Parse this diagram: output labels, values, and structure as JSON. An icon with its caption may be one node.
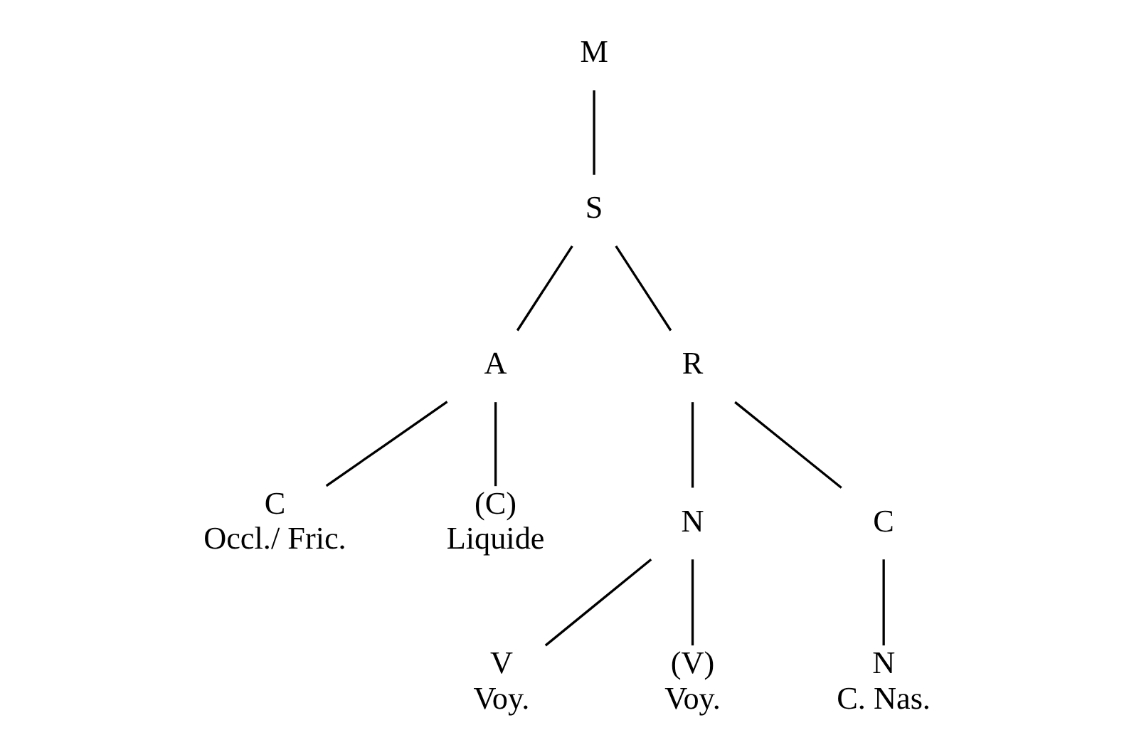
{
  "diagram": {
    "nodes": [
      {
        "text": [
          "M"
        ]
      },
      {
        "text": [
          "S"
        ]
      },
      {
        "text": [
          "A"
        ]
      },
      {
        "text": [
          "R"
        ]
      },
      {
        "text": [
          "C"
        ],
        "beside": [
          "Occl./ Fric."
        ]
      },
      {
        "text": [
          "(C)"
        ],
        "beside": [
          "Liquide"
        ]
      },
      {
        "text": [
          "N"
        ]
      },
      {
        "text": [
          "C"
        ]
      },
      {
        "text": [
          "V"
        ],
        "beside": [
          "Voy."
        ]
      },
      {
        "text": [
          "(V)"
        ],
        "beside": [
          "Voy."
        ]
      },
      {
        "text": [
          "N"
        ],
        "beside": [
          "C. Nas."
        ]
      }
    ],
    "edges": [
      {
        "from": 0,
        "to": 1,
        "arrow": "none"
      },
      {
        "from": 1,
        "to": 2,
        "arrow": "none"
      },
      {
        "from": 1,
        "to": 3,
        "arrow": "none"
      },
      {
        "from": 2,
        "to": 4,
        "arrow": "none"
      },
      {
        "from": 2,
        "to": 5,
        "arrow": "none"
      },
      {
        "from": 3,
        "to": 6,
        "arrow": "none"
      },
      {
        "from": 3,
        "to": 7,
        "arrow": "none"
      },
      {
        "from": 6,
        "to": 8,
        "arrow": "none"
      },
      {
        "from": 6,
        "to": 9,
        "arrow": "none"
      },
      {
        "from": 7,
        "to": 10,
        "arrow": "none"
      }
    ]
  }
}
